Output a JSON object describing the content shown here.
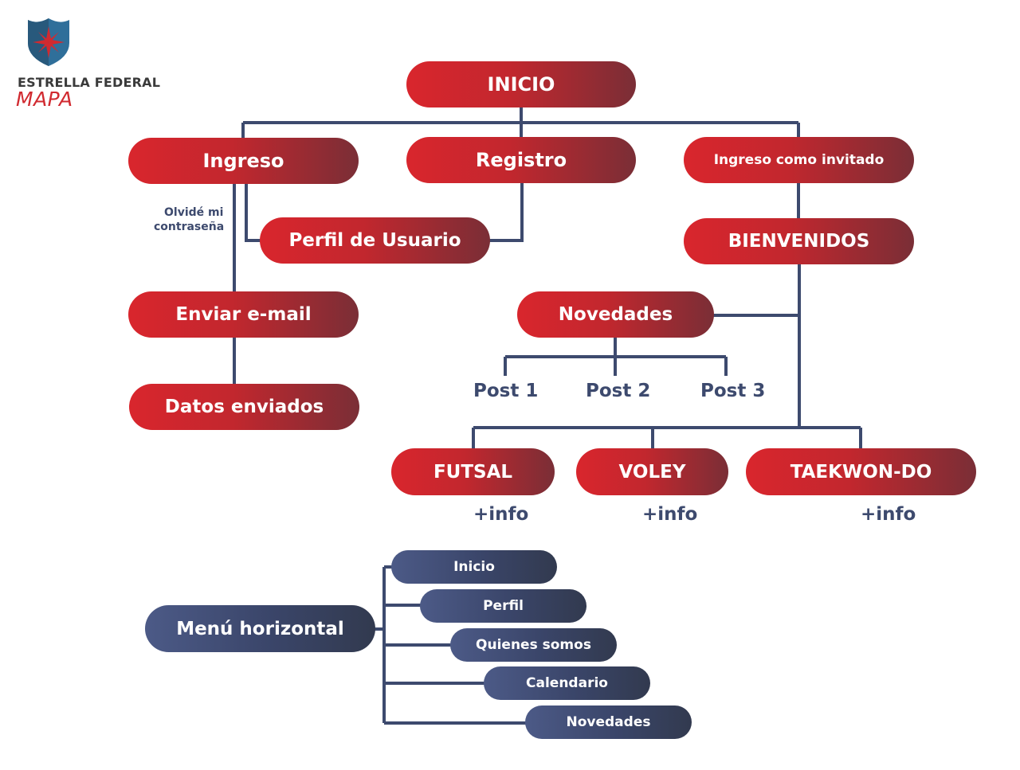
{
  "brand": {
    "name": "ESTRELLA FEDERAL",
    "subtitle": "MAPA"
  },
  "colors": {
    "red_node": "#c2272e",
    "navy_node": "#3a4569",
    "connector": "#3d4a6e",
    "brand_red": "#d12a30"
  },
  "nodes": {
    "inicio": "INICIO",
    "ingreso": "Ingreso",
    "registro": "Registro",
    "invitado": "Ingreso como invitado",
    "perfil_usuario": "Perfil de Usuario",
    "bienvenidos": "BIENVENIDOS",
    "enviar_email": "Enviar e-mail",
    "datos_enviados": "Datos enviados",
    "novedades": "Novedades",
    "futsal": "FUTSAL",
    "voley": "VOLEY",
    "taekwondo": "TAEKWON-DO"
  },
  "labels": {
    "olvide_1": "Olvidé mi",
    "olvide_2": "contraseña",
    "post_1": "Post 1",
    "post_2": "Post 2",
    "post_3": "Post 3",
    "info_futsal": "+info",
    "info_voley": "+info",
    "info_taekwondo": "+info"
  },
  "menu": {
    "title": "Menú horizontal",
    "items": [
      "Inicio",
      "Perfil",
      "Quienes somos",
      "Calendario",
      "Novedades"
    ]
  }
}
